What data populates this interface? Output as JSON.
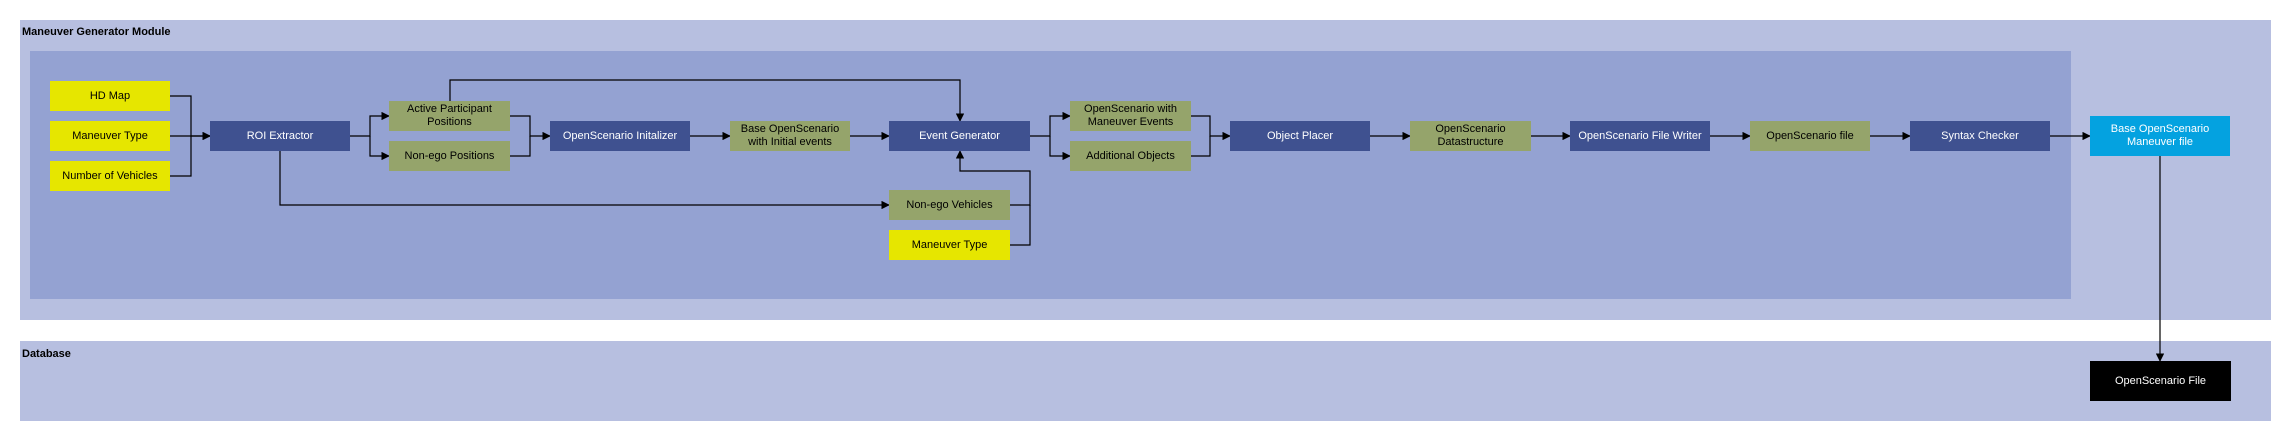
{
  "modules": {
    "maneuver_generator": "Maneuver Generator Module",
    "database": "Database"
  },
  "nodes": {
    "hd_map": "HD Map",
    "maneuver_type_input": "Maneuver Type",
    "number_of_vehicles": "Number of Vehicles",
    "roi_extractor": "ROI Extractor",
    "active_participant_positions": "Active Participant Positions",
    "non_ego_positions": "Non-ego Positions",
    "openscenario_initializer": "OpenScenario Initalizer",
    "base_openscenario_initial_events": "Base OpenScenario with Initial events",
    "event_generator": "Event Generator",
    "non_ego_vehicles": "Non-ego Vehicles",
    "maneuver_type_event": "Maneuver Type",
    "openscenario_maneuver_events": "OpenScenario with Maneuver Events",
    "additional_objects": "Additional Objects",
    "object_placer": "Object Placer",
    "openscenario_datastructure": "OpenScenario Datastructure",
    "openscenario_file_writer": "OpenScenario File Writer",
    "openscenario_file_output": "OpenScenario file",
    "syntax_checker": "Syntax Checker",
    "base_openscenario_maneuver_file": "Base OpenScenario Maneuver file",
    "openscenario_file_db": "OpenScenario File"
  },
  "colors": {
    "outer_region": "#b7bfe0",
    "inner_region": "#94a2d2",
    "process": "#3f5190",
    "input": "#e6e600",
    "data": "#95a46b",
    "result": "#04a2e0",
    "stored": "#000000",
    "edge": "#000000"
  }
}
